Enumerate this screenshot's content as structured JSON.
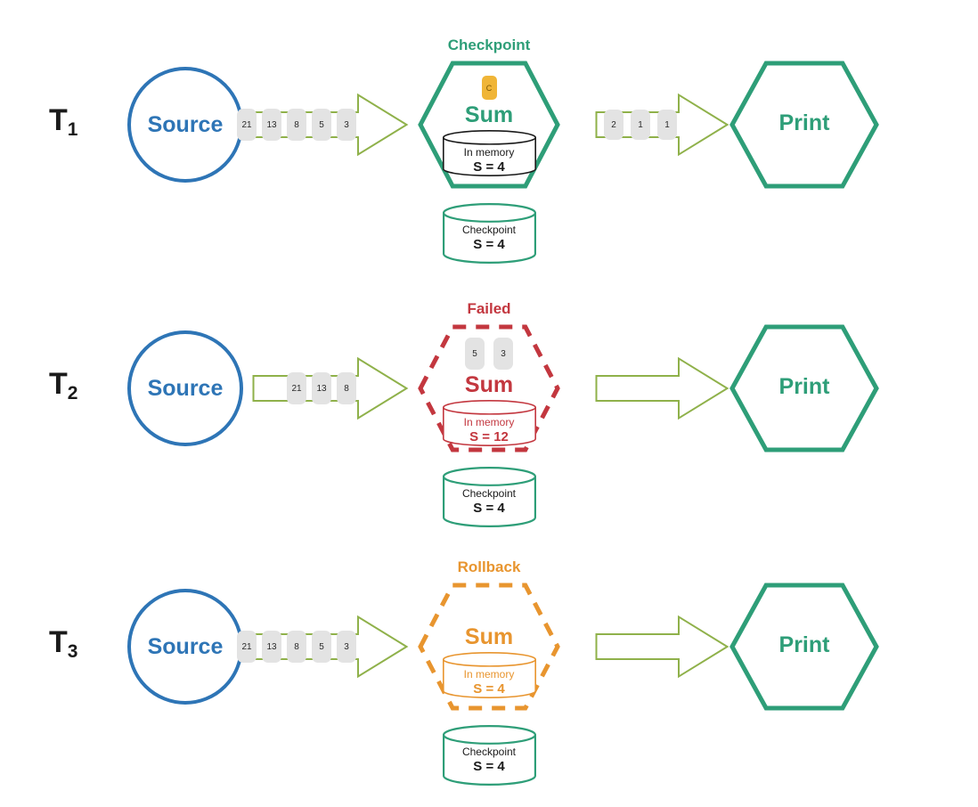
{
  "colors": {
    "source_blue": "#2E75B6",
    "teal": "#2E9E78",
    "green_arrow": "#8FB14A",
    "red": "#C3373F",
    "orange": "#E8952F",
    "gold": "#F0B537",
    "token_gray": "#E3E3E3",
    "black": "#1a1a1a"
  },
  "rows": [
    {
      "id": "t1",
      "time_label": "T",
      "time_sub": "1",
      "source": {
        "label": "Source"
      },
      "arrow_in": {
        "tokens": [
          "21",
          "13",
          "8",
          "5",
          "3"
        ]
      },
      "operator": {
        "title": "Checkpoint",
        "title_color": "#2E9E78",
        "border_color": "#2E9E78",
        "border_style": "solid",
        "label": "Sum",
        "label_color": "#2E9E78",
        "barrier_token": "C",
        "memory": {
          "line1": "In memory",
          "line2": "S = 4",
          "color": "#1a1a1a"
        }
      },
      "checkpoint_store": {
        "line1": "Checkpoint",
        "line2": "S = 4",
        "border_color": "#2E9E78",
        "text_color": "#1a1a1a"
      },
      "arrow_out": {
        "tokens": [
          "2",
          "1",
          "1"
        ]
      },
      "sink": {
        "label": "Print"
      }
    },
    {
      "id": "t2",
      "time_label": "T",
      "time_sub": "2",
      "source": {
        "label": "Source"
      },
      "arrow_in": {
        "tokens": [
          "21",
          "13",
          "8"
        ]
      },
      "operator": {
        "title": "Failed",
        "title_color": "#C3373F",
        "border_color": "#C3373F",
        "border_style": "dashed",
        "label": "Sum",
        "label_color": "#C3373F",
        "barrier_token": null,
        "inflight_tokens": [
          "5",
          "3"
        ],
        "memory": {
          "line1": "In memory",
          "line2": "S = 12",
          "color": "#C3373F"
        }
      },
      "checkpoint_store": {
        "line1": "Checkpoint",
        "line2": "S = 4",
        "border_color": "#2E9E78",
        "text_color": "#1a1a1a"
      },
      "arrow_out": {
        "tokens": []
      },
      "sink": {
        "label": "Print"
      }
    },
    {
      "id": "t3",
      "time_label": "T",
      "time_sub": "3",
      "source": {
        "label": "Source"
      },
      "arrow_in": {
        "tokens": [
          "21",
          "13",
          "8",
          "5",
          "3"
        ]
      },
      "operator": {
        "title": "Rollback",
        "title_color": "#E8952F",
        "border_color": "#E8952F",
        "border_style": "dashed",
        "label": "Sum",
        "label_color": "#E8952F",
        "barrier_token": null,
        "inflight_tokens": [],
        "memory": {
          "line1": "In memory",
          "line2": "S = 4",
          "color": "#E8952F"
        }
      },
      "checkpoint_store": {
        "line1": "Checkpoint",
        "line2": "S = 4",
        "border_color": "#2E9E78",
        "text_color": "#1a1a1a"
      },
      "arrow_out": {
        "tokens": []
      },
      "sink": {
        "label": "Print"
      }
    }
  ]
}
